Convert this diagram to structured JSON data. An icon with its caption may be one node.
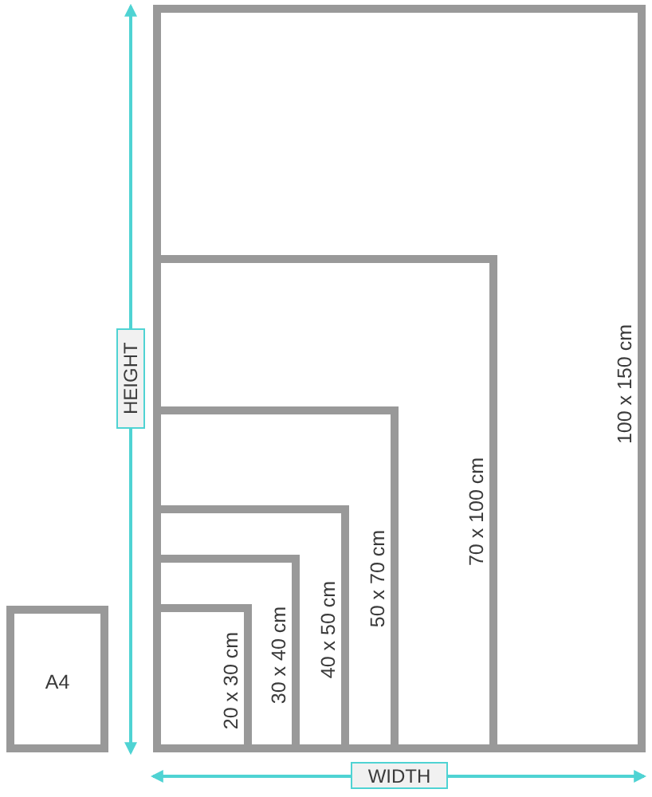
{
  "diagram": {
    "nodes": [
      {
        "text": [
          "100 x 150 cm"
        ]
      },
      {
        "text": [
          "70 x 100 cm"
        ],
        "in": 0
      },
      {
        "text": [
          "50 x 70 cm"
        ],
        "in": 1
      },
      {
        "text": [
          "40 x 50 cm"
        ],
        "in": 2
      },
      {
        "text": [
          "30 x 40 cm"
        ],
        "in": 3
      },
      {
        "text": [
          "20 x 30 cm"
        ],
        "in": 4
      },
      {
        "text": [
          "A4"
        ]
      }
    ],
    "labels": [
      "HEIGHT",
      "WIDTH"
    ]
  }
}
